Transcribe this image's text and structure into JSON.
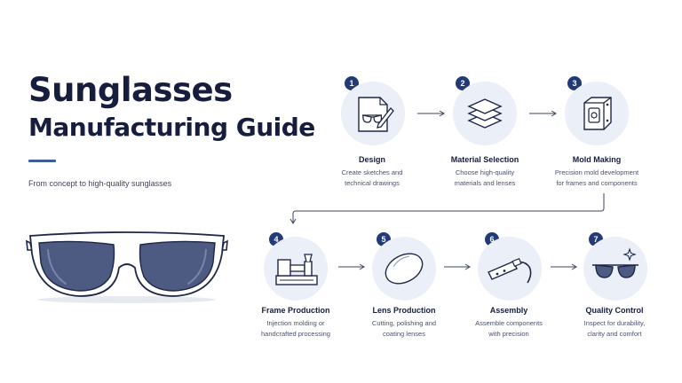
{
  "header": {
    "title_line1": "Sunglasses",
    "title_line2": "Manufacturing Guide",
    "subtitle": "From concept to high-quality sunglasses"
  },
  "colors": {
    "navy": "#233a78",
    "lens": "#4d5a82",
    "icon_bg": "#eaeff8",
    "stroke": "#1e2747"
  },
  "steps": [
    {
      "number": "1",
      "title": "Design",
      "description": "Create sketches and\ntechnical drawings",
      "icon": "sketch-glasses-icon"
    },
    {
      "number": "2",
      "title": "Material Selection",
      "description": "Choose high-quality\nmaterials and lenses",
      "icon": "material-layers-icon"
    },
    {
      "number": "3",
      "title": "Mold Making",
      "description": "Precision mold development\nfor frames and components",
      "icon": "mold-icon"
    },
    {
      "number": "4",
      "title": "Frame Production",
      "description": "Injection molding or\nhandcrafted processing",
      "icon": "injection-machine-icon"
    },
    {
      "number": "5",
      "title": "Lens Production",
      "description": "Cutting, polishing and\ncoating lenses",
      "icon": "lens-icon"
    },
    {
      "number": "6",
      "title": "Assembly",
      "description": "Assemble components\nwith precision",
      "icon": "assembly-hinge-icon"
    },
    {
      "number": "7",
      "title": "Quality Control",
      "description": "Inspect for durability,\nclarity and comfort",
      "icon": "inspected-sunglasses-icon"
    }
  ]
}
